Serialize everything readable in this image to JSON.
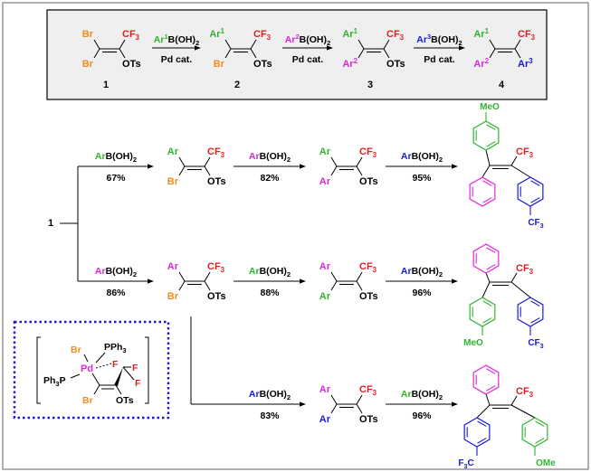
{
  "colors": {
    "black": "#000000",
    "orange": "#f28c1e",
    "green": "#2fb52f",
    "magenta": "#e025e0",
    "blue": "#1a1adc",
    "red": "#e01e1e",
    "dotted_box": "#1a1adc",
    "panel_bg": "#efefef"
  },
  "labels": {
    "CF3": "CF",
    "sub3": "3",
    "Br": "Br",
    "OTs": "OTs",
    "Ar": "Ar",
    "Ar1": "Ar",
    "Ar2": "Ar",
    "Ar3": "Ar",
    "sup1": "1",
    "sup2": "2",
    "sup3": "3",
    "MeO": "MeO",
    "OMe": "OMe",
    "F3C": "F",
    "F3C_tail": "C",
    "one": "1",
    "F": "F",
    "PPh3": "PPh",
    "Ph3P": "Ph",
    "Ph3P_tail": "P",
    "Pd": "Pd"
  },
  "top_scheme": {
    "compounds": [
      "1",
      "2",
      "3",
      "4"
    ],
    "reagents": [
      {
        "ar": "Ar",
        "sup": "1",
        "rest": "B(OH)",
        "sub": "2",
        "cat": "Pd cat."
      },
      {
        "ar": "Ar",
        "sup": "2",
        "rest": "B(OH)",
        "sub": "2",
        "cat": "Pd cat."
      },
      {
        "ar": "Ar",
        "sup": "3",
        "rest": "B(OH)",
        "sub": "2",
        "cat": "Pd cat."
      }
    ]
  },
  "rows": {
    "row1": {
      "step1": "67%",
      "step2": "82%",
      "step3": "95%"
    },
    "row2": {
      "step1": "86%",
      "step2": "88%",
      "step3": "96%"
    },
    "row3": {
      "step1": "83%",
      "step2": "96%"
    }
  },
  "reagent": {
    "ar": "Ar",
    "rest": "B(OH)",
    "sub": "2"
  }
}
